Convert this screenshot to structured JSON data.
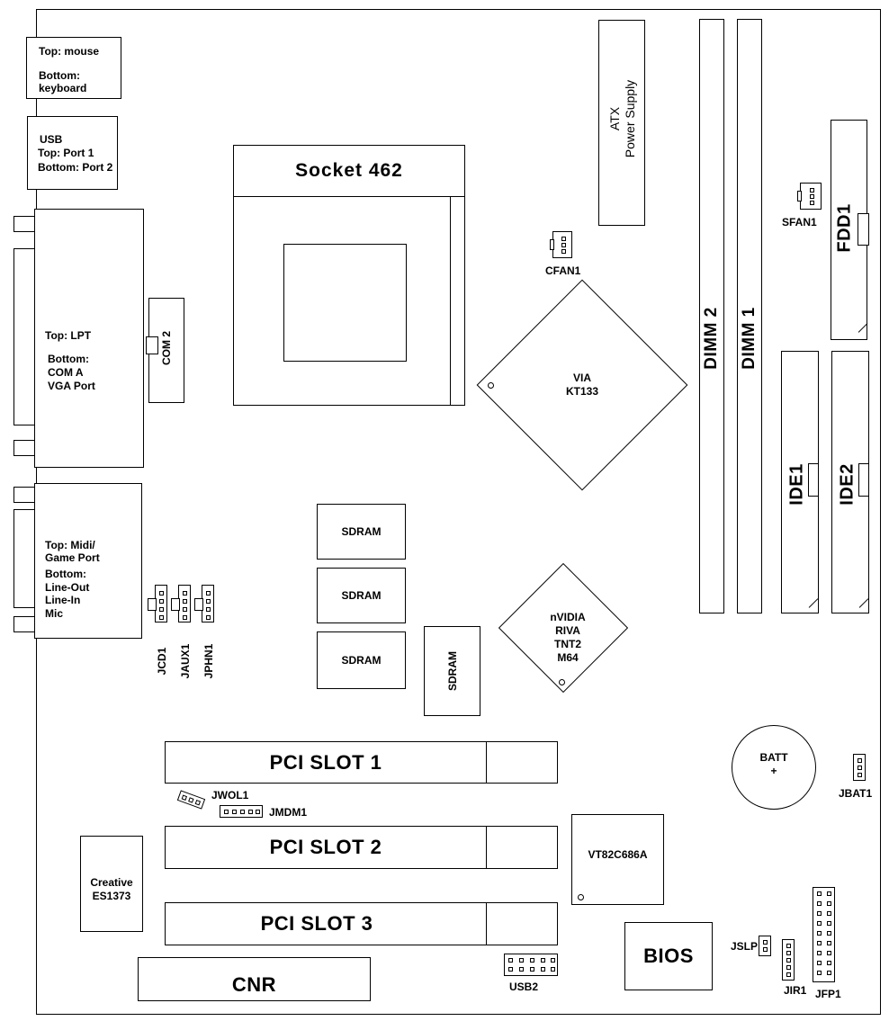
{
  "board": {
    "io": {
      "mouse_kb": {
        "top": "Top: mouse",
        "bottom": "Bottom:",
        "bottom2": "keyboard"
      },
      "usb": {
        "line1": "USB",
        "line2": "Top: Port 1",
        "line3": "Bottom:  Port 2"
      },
      "lpt": {
        "line1": "Top: LPT",
        "line2": "Bottom:",
        "line3": "COM A",
        "line4": "VGA Port"
      },
      "com2": "COM 2",
      "midi": {
        "line1": "Top: Midi/",
        "line2": "Game Port",
        "line3": "Bottom:",
        "line4": "Line-Out",
        "line5": "Line-In",
        "line6": "Mic"
      }
    },
    "cpu_socket": "Socket  462",
    "atx_power": {
      "line1": "ATX",
      "line2": "Power Supply"
    },
    "cfan": "CFAN1",
    "sfan": "SFAN1",
    "northbridge": {
      "line1": "VIA",
      "line2": "KT133"
    },
    "dimm2": "DIMM 2",
    "dimm1": "DIMM 1",
    "fdd": "FDD1",
    "ide1": "IDE1",
    "ide2": "IDE2",
    "sdram": [
      "SDRAM",
      "SDRAM",
      "SDRAM",
      "SDRAM"
    ],
    "video": {
      "line1": "nVIDIA",
      "line2": "RIVA",
      "line3": "TNT2",
      "line4": "M64"
    },
    "audio_headers": [
      "JCD1",
      "JAUX1",
      "JPHN1"
    ],
    "pci": [
      "PCI SLOT 1",
      "PCI SLOT 2",
      "PCI SLOT 3"
    ],
    "jwol": "JWOL1",
    "jmdm": "JMDM1",
    "batt": {
      "line1": "BATT",
      "line2": "+"
    },
    "jbat": "JBAT1",
    "southbridge": "VT82C686A",
    "audio_chip": {
      "line1": "Creative",
      "line2": "ES1373"
    },
    "cnr": "CNR",
    "usb2": "USB2",
    "bios": "BIOS",
    "jslp": "JSLP",
    "jir": "JIR1",
    "jfp": "JFP1"
  }
}
